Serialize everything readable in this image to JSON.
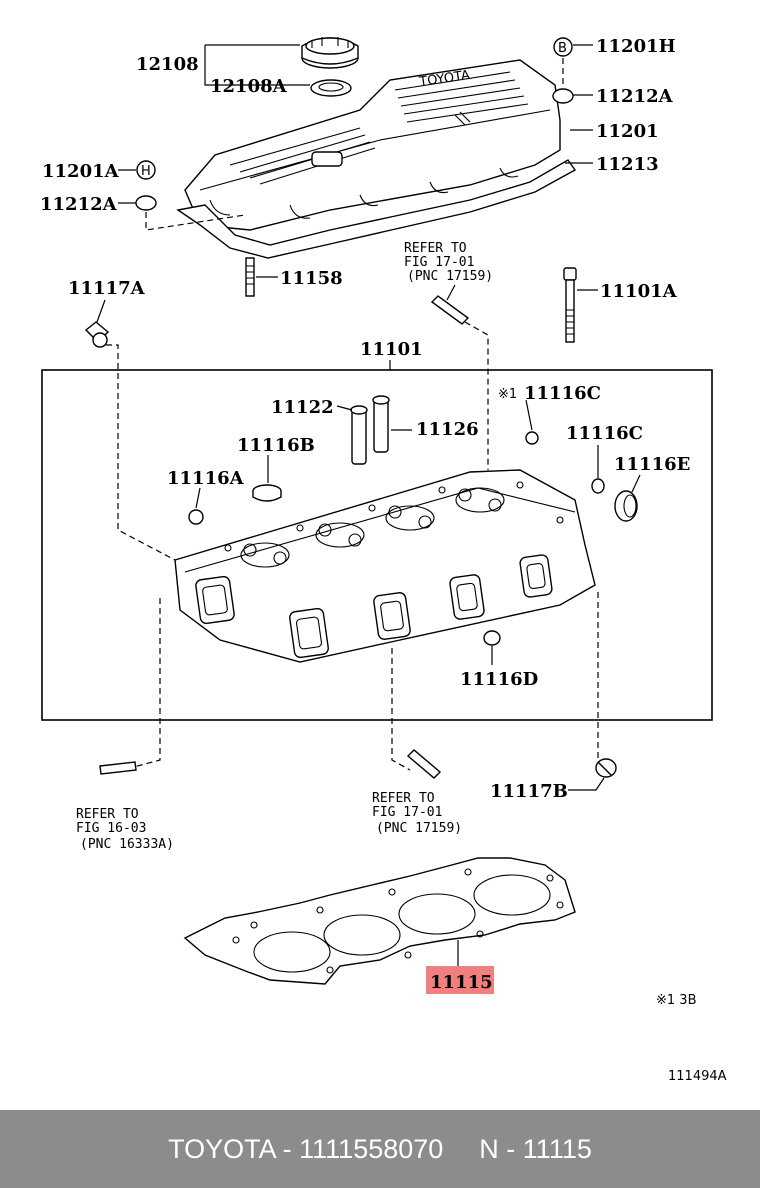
{
  "labels": {
    "l12108": "12108",
    "l12108A": "12108A",
    "l11201H": "11201H",
    "l11212A_r": "11212A",
    "l11201": "11201",
    "l11213": "11213",
    "l11201A": "11201A",
    "l11212A_l": "11212A",
    "l11158": "11158",
    "l11117A": "11117A",
    "l11101A": "11101A",
    "l11101": "11101",
    "l11116C_a": "11116C",
    "l11116C_mark": "※1",
    "l11122": "11122",
    "l11126": "11126",
    "l11116C_b": "11116C",
    "l11116B": "11116B",
    "l11116E": "11116E",
    "l11116A": "11116A",
    "l11116D": "11116D",
    "l11117B": "11117B",
    "l11115": "11115",
    "bolt_B": "B",
    "bolt_H": "H"
  },
  "refs": {
    "top_refer_1": "REFER TO",
    "top_refer_2": "FIG 17-01",
    "top_refer_3": "(PNC 17159)",
    "bl_refer_1": "REFER TO",
    "bl_refer_2": "FIG 16-03",
    "bl_refer_3": "(PNC 16333A)",
    "bm_refer_1": "REFER TO",
    "bm_refer_2": "FIG 17-01",
    "bm_refer_3": "(PNC 17159)"
  },
  "notes": {
    "footnote": "※1 3B",
    "drawing_no": "111494A",
    "cover_logo": "TOYOTA"
  },
  "footer": {
    "brand_part": "TOYOTA - 1111558070",
    "pnc": "N - 11115"
  },
  "colors": {
    "highlight": "#f08080",
    "footer_bg": "#8c8c8c"
  }
}
